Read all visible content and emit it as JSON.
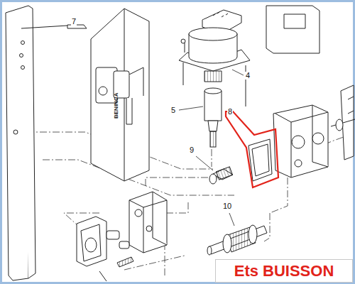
{
  "diagram": {
    "nodes": [
      {
        "text": [
          "Ets BUISSON"
        ]
      }
    ],
    "labels": [
      "7",
      "4",
      "5",
      "8",
      "9",
      "10",
      "BENINCA"
    ]
  }
}
